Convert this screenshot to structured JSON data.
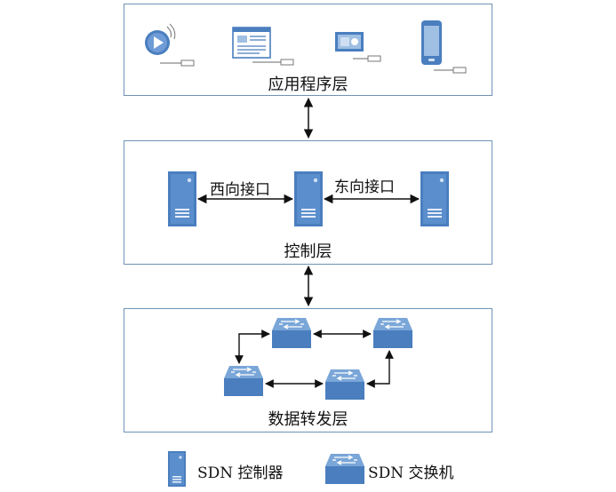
{
  "layers": {
    "application": {
      "label": "应用程序层"
    },
    "control": {
      "label": "控制层"
    },
    "forwarding": {
      "label": "数据转发层"
    }
  },
  "interfaces": {
    "west": "西向接口",
    "east": "东向接口"
  },
  "legend": {
    "controller": "SDN 控制器",
    "switch": "SDN 交换机"
  },
  "colors": {
    "node_blue": "#4a7ebf",
    "border": "#6f93b5",
    "arrow": "#111111"
  },
  "icons": [
    "media-player-icon",
    "web-page-icon",
    "certificate-icon",
    "smartphone-icon"
  ]
}
